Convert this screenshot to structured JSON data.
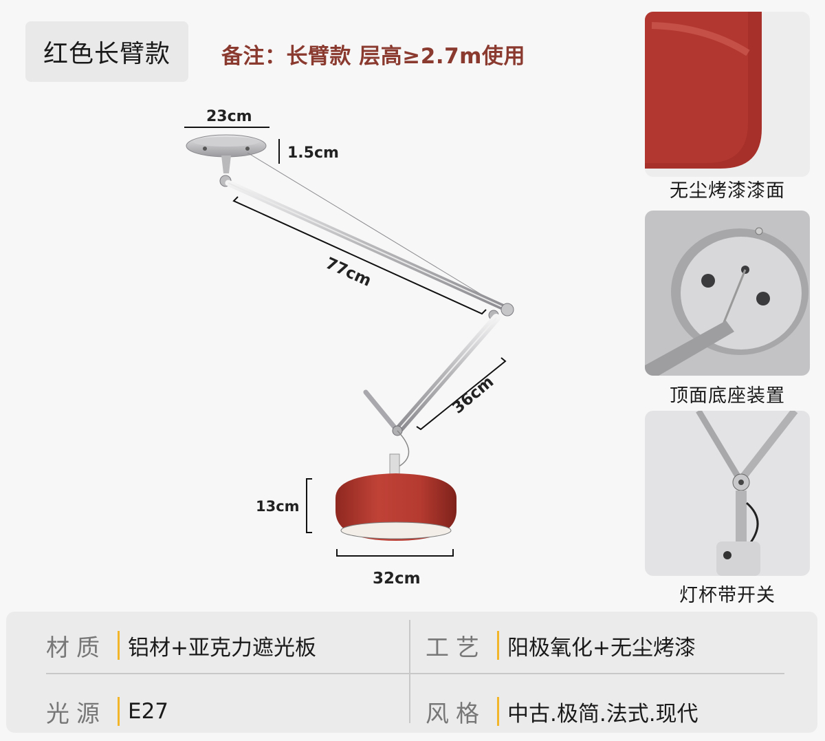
{
  "variant_tag": "红色长臂款",
  "note": "备注：长臂款 层高≥2.7m使用",
  "dimensions": {
    "base_width": "23cm",
    "base_height": "1.5cm",
    "upper_arm": "77cm",
    "lower_arm": "36cm",
    "shade_height": "13cm",
    "shade_width": "32cm"
  },
  "colors": {
    "shade_red": "#b23a30",
    "note_red": "#8b3a30",
    "spec_accent": "#f2b52a",
    "arm_silver": "#c9c9cb"
  },
  "detail_images": [
    {
      "caption": "无尘烤漆漆面",
      "icon": "red-lacquer-closeup-image"
    },
    {
      "caption": "顶面底座装置",
      "icon": "ceiling-base-closeup-image"
    },
    {
      "caption": "灯杯带开关",
      "icon": "lamp-switch-closeup-image"
    }
  ],
  "specs": [
    {
      "label": "材质",
      "value": "铝材+亚克力遮光板"
    },
    {
      "label": "工艺",
      "value": "阳极氧化+无尘烤漆"
    },
    {
      "label": "光源",
      "value": "E27"
    },
    {
      "label": "风格",
      "value": "中古.极简.法式.现代"
    }
  ]
}
